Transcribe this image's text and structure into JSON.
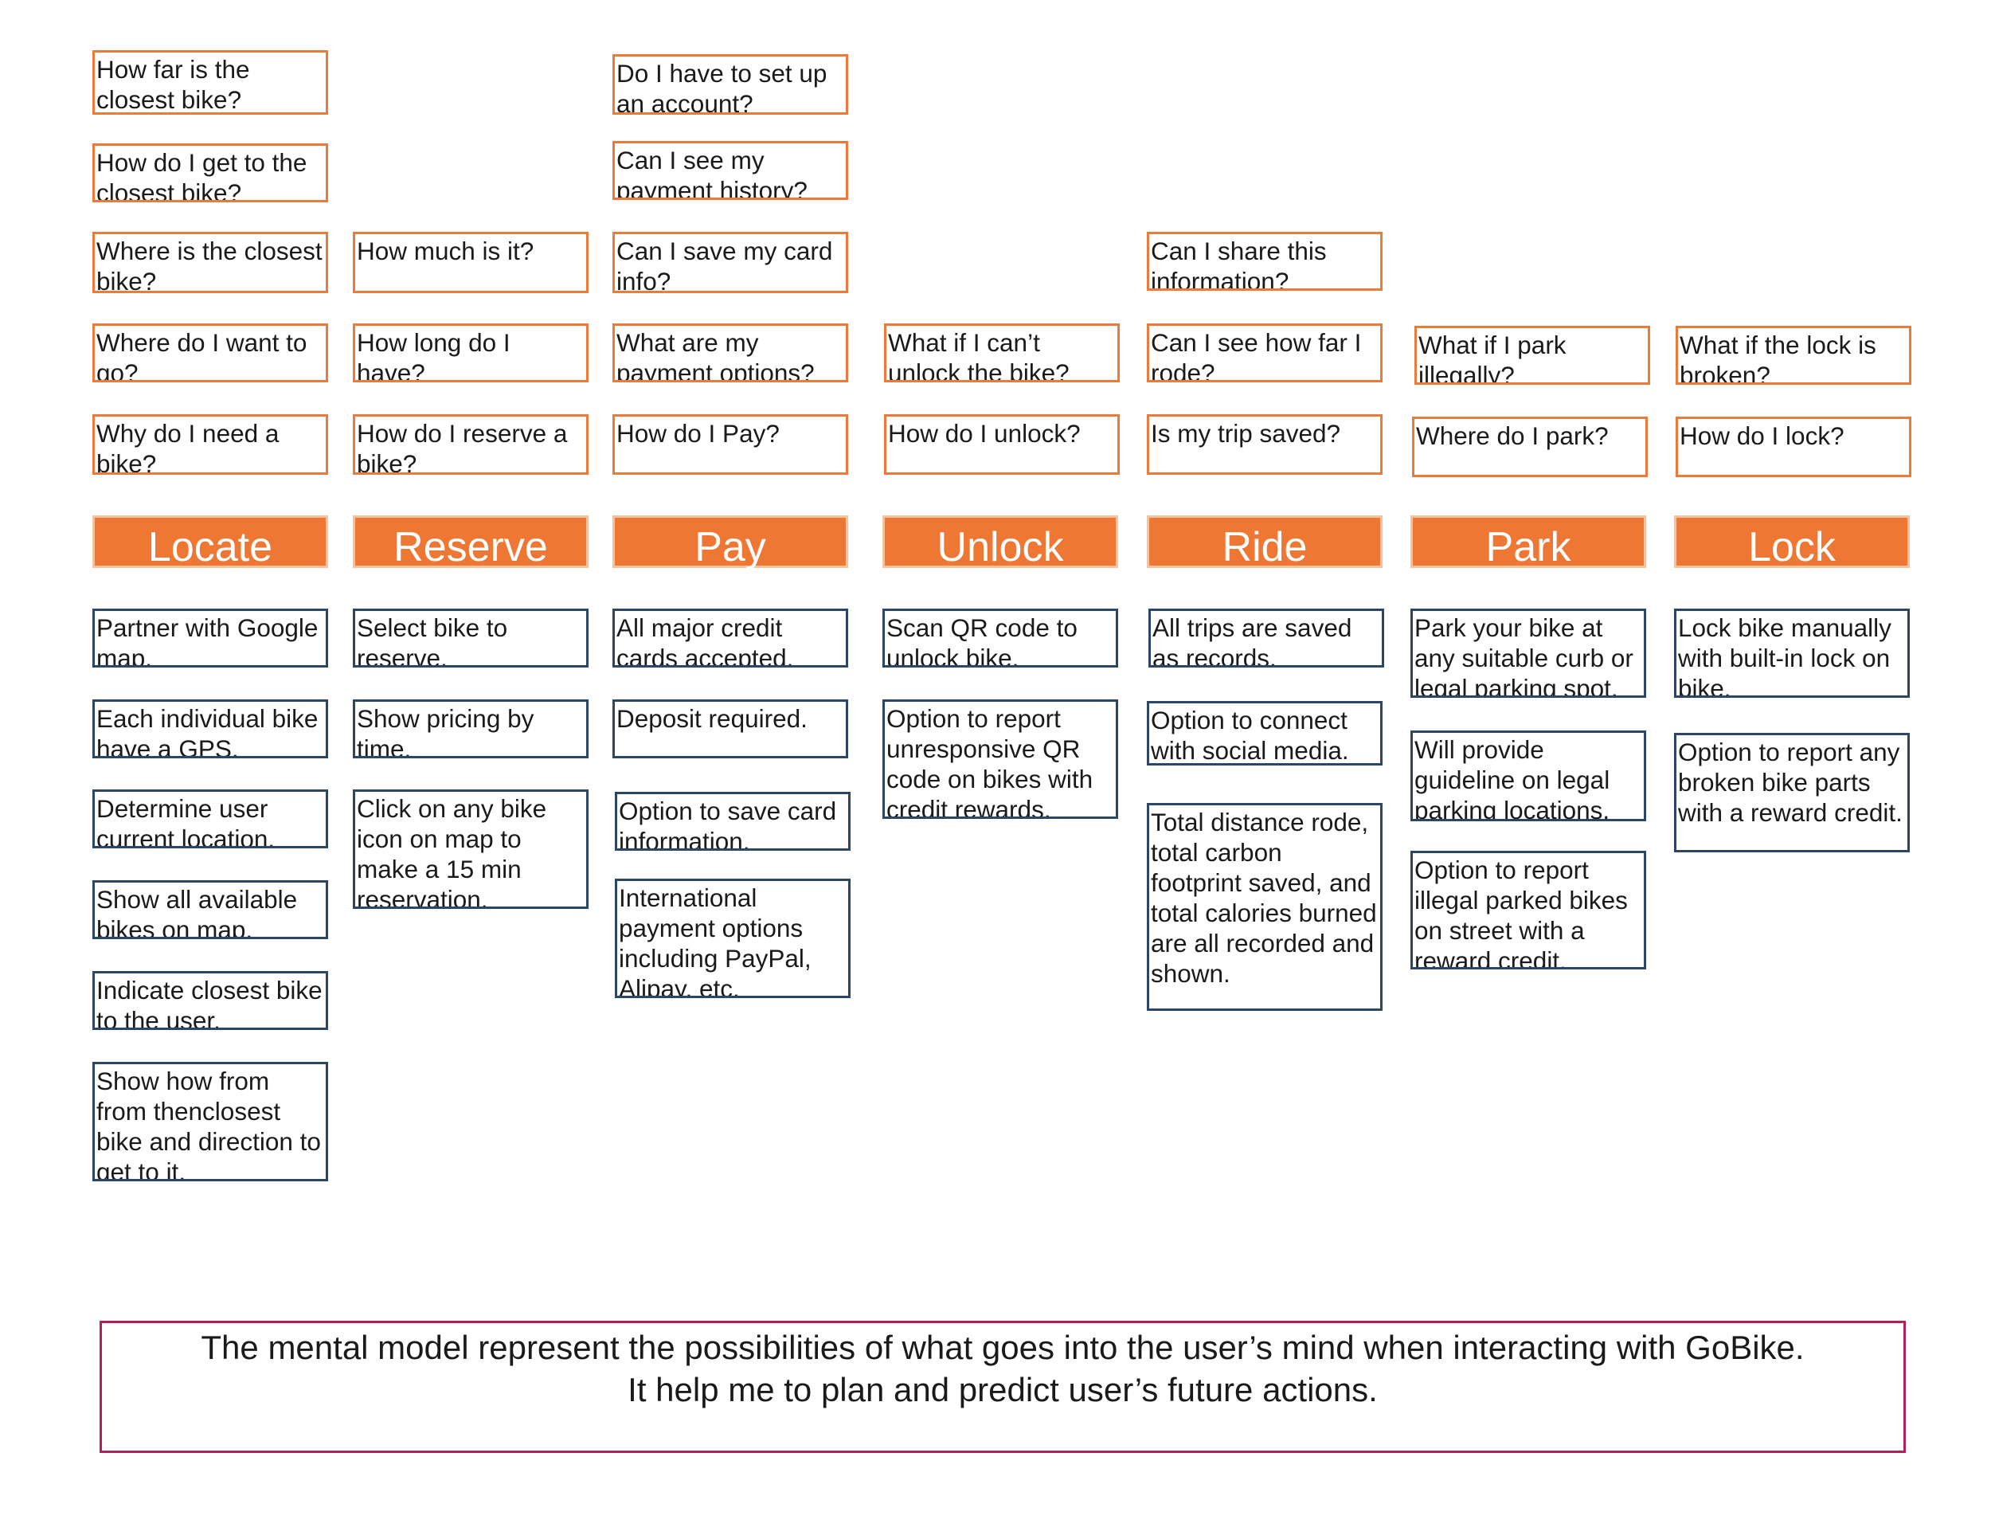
{
  "accent_colors": {
    "question_border": "#ec7a3a",
    "answer_border": "#2c4666",
    "stage_fill": "#ee7833",
    "summary_border": "#b0205a"
  },
  "stages": [
    "Locate",
    "Reserve",
    "Pay",
    "Unlock",
    "Ride",
    "Park",
    "Lock"
  ],
  "questions": {
    "locate": [
      "How far is the closest bike?",
      "How do I get to the closest bike?",
      "Where is the closest bike?",
      "Where do I want to go?",
      "Why do I need a bike?"
    ],
    "reserve": [
      "How much is it?",
      "How long do I have?",
      "How do I reserve a bike?"
    ],
    "pay": [
      "Do I have to set up an account?",
      "Can I see my payment history?",
      "Can I save my card info?",
      "What are my payment options?",
      "How do I Pay?"
    ],
    "unlock": [
      "What if I can’t unlock the bike?",
      "How do I unlock?"
    ],
    "ride": [
      "Can I share this information?",
      "Can I see how far I rode?",
      "Is my trip saved?"
    ],
    "park": [
      "What if I park illegally?",
      "Where do I park?"
    ],
    "lock": [
      "What if the lock is broken?",
      "How do I lock?"
    ]
  },
  "solutions": {
    "locate": [
      "Partner with Google map.",
      "Each individual bike have a GPS.",
      "Determine user current location.",
      "Show all available bikes on map.",
      "Indicate closest bike to the user.",
      "Show how from from thenclosest bike and direction to get to it."
    ],
    "reserve": [
      "Select bike to reserve.",
      "Show pricing by time.",
      "Click on any bike icon on map to make a 15 min reservation."
    ],
    "pay": [
      "All major credit cards accepted.",
      "Deposit required.",
      "Option to save card information.",
      "International payment options including PayPal, Alipay, etc."
    ],
    "unlock": [
      "Scan QR code to unlock bike.",
      "Option to report unresponsive QR code on bikes with credit rewards."
    ],
    "ride": [
      "All trips are saved as records.",
      "Option to connect with social media.",
      "Total distance rode, total carbon footprint saved, and total calories burned are all recorded and shown."
    ],
    "park": [
      "Park your bike at any suitable curb or legal parking spot.",
      "Will provide guideline on legal parking locations.",
      "Option to report illegal parked bikes on street with a reward credit."
    ],
    "lock": [
      "Lock bike manually with built-in lock on bike.",
      "Option to report any broken bike parts with a reward credit."
    ]
  },
  "summary": {
    "line1": "The mental model represent the possibilities of what goes into the user’s mind when interacting with GoBike.",
    "line2": "It help me to plan and predict user’s future actions."
  }
}
